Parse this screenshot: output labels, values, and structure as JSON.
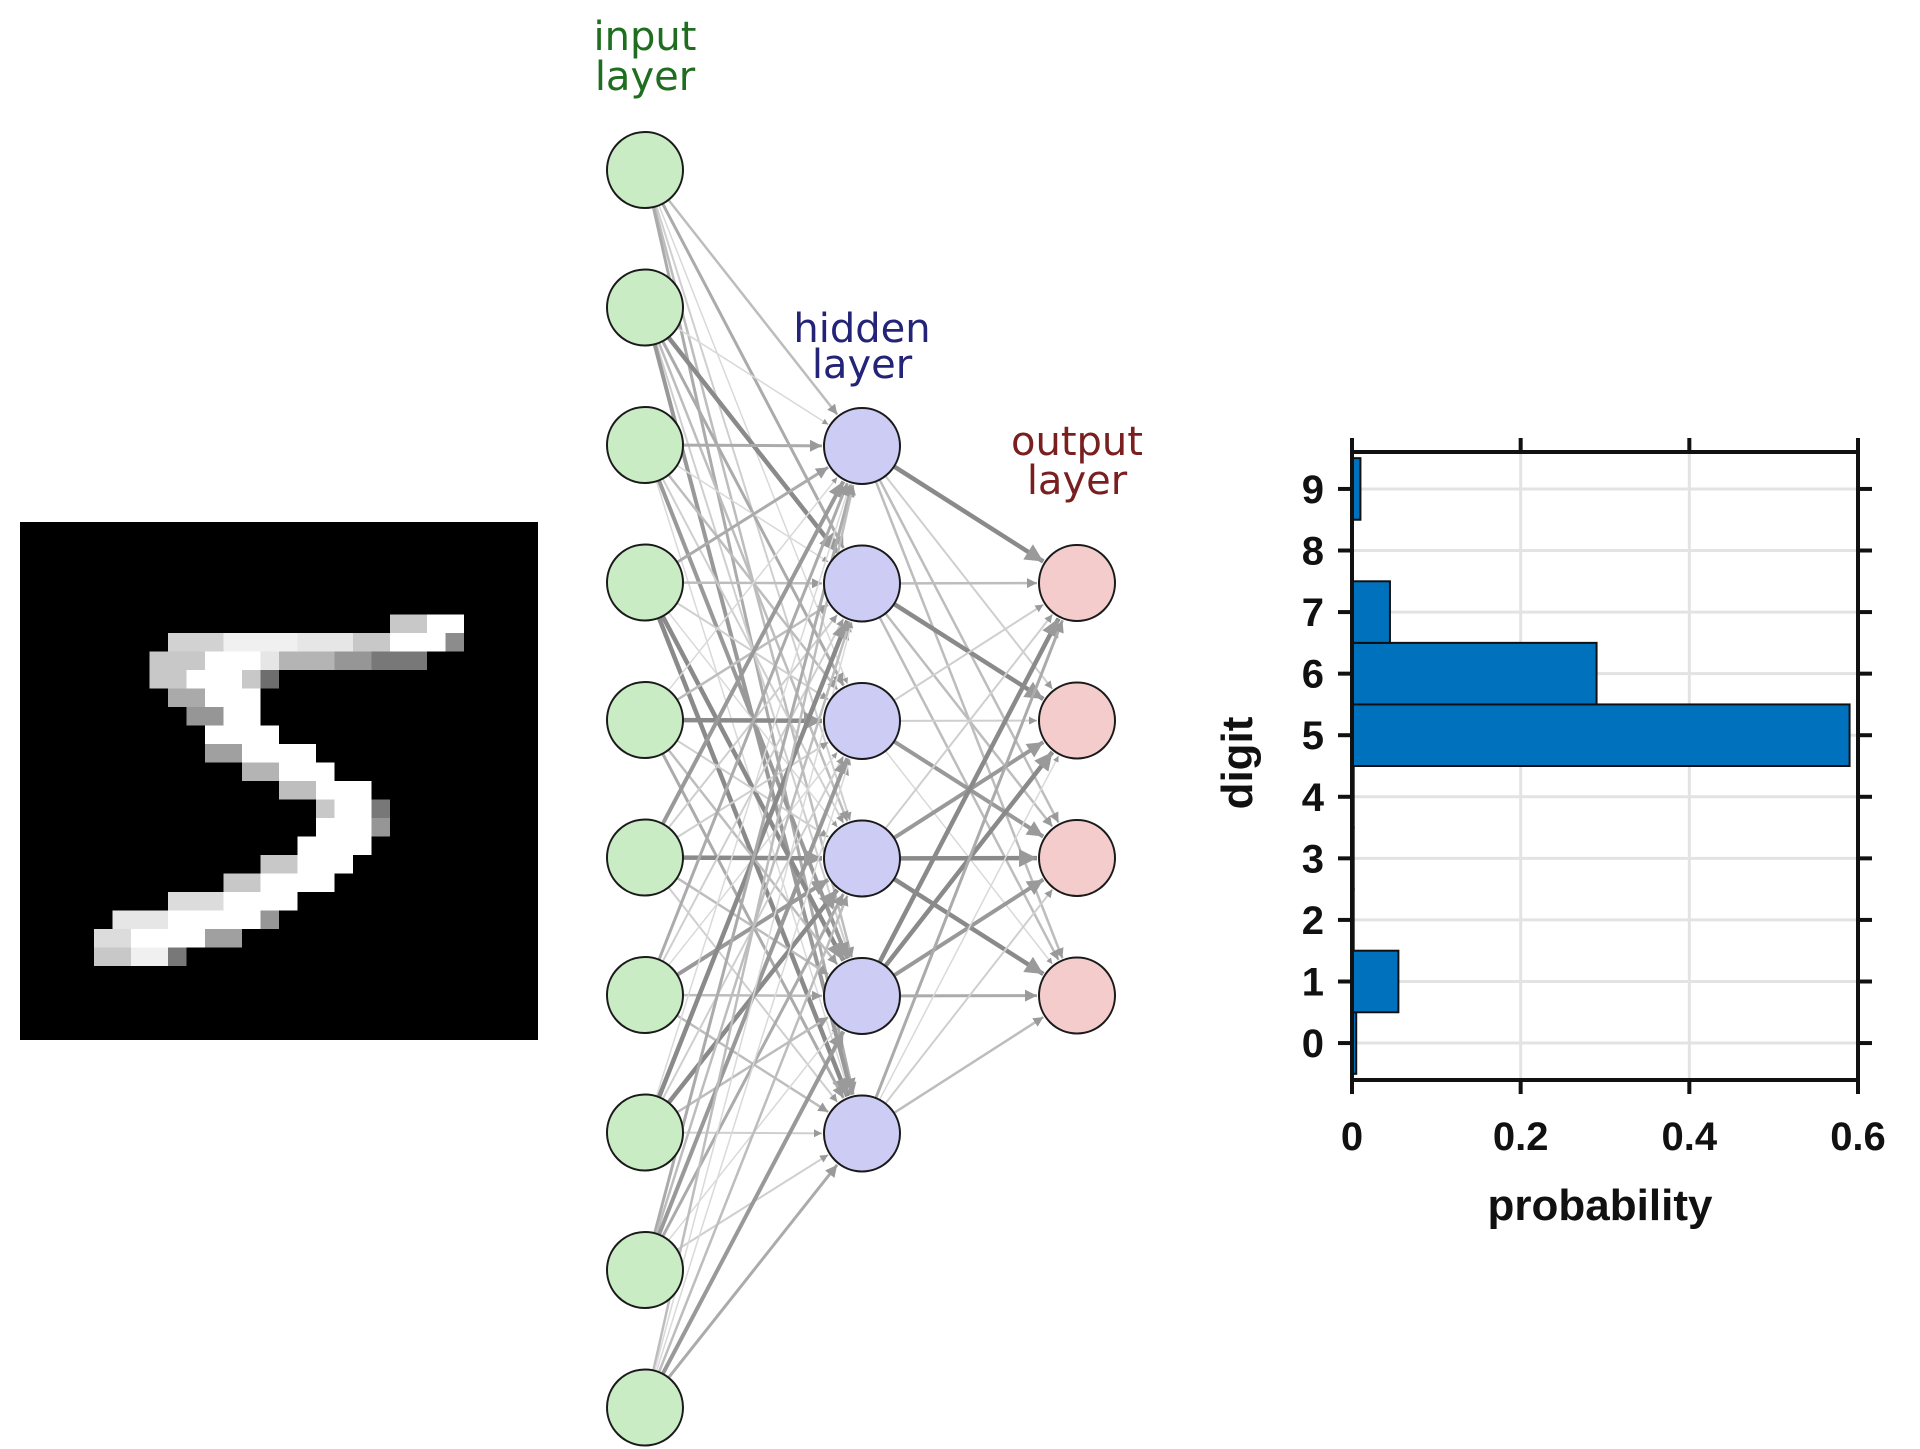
{
  "layers": {
    "input": {
      "label_line1": "input",
      "label_line2": "layer",
      "color": "#1f6e1f",
      "fill": "#c9ecc4",
      "count": 10
    },
    "hidden": {
      "label_line1": "hidden",
      "label_line2": "layer",
      "color": "#232378",
      "fill": "#ccccf5",
      "count": 6
    },
    "output": {
      "label_line1": "output",
      "label_line2": "layer",
      "color": "#7a1f1f",
      "fill": "#f5cccc",
      "count": 4
    }
  },
  "digit_image": {
    "description_icon": "handwritten-digit-five-image"
  },
  "chart_data": {
    "type": "bar",
    "orientation": "horizontal",
    "categories": [
      "0",
      "1",
      "2",
      "3",
      "4",
      "5",
      "6",
      "7",
      "8",
      "9"
    ],
    "values": [
      0.005,
      0.055,
      0.002,
      0.002,
      0.002,
      0.59,
      0.29,
      0.045,
      0.0,
      0.01
    ],
    "xlabel": "probability",
    "ylabel": "digit",
    "xlim": [
      0,
      0.6
    ],
    "xticks": [
      "0",
      "0.2",
      "0.4",
      "0.6"
    ],
    "bar_color": "#0072bd",
    "grid": true
  }
}
